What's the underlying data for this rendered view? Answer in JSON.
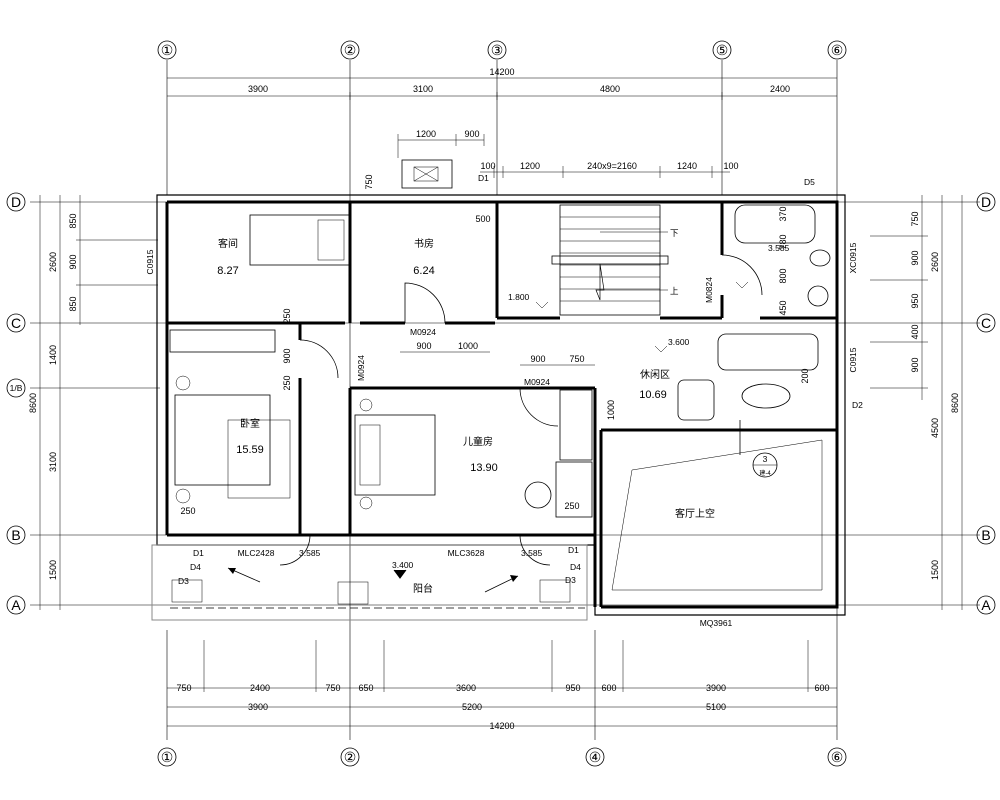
{
  "axes": {
    "top": [
      {
        "label": "①"
      },
      {
        "label": "②"
      },
      {
        "label": "③"
      },
      {
        "label": "⑤"
      },
      {
        "label": "⑥"
      }
    ],
    "bottom": [
      {
        "label": "①"
      },
      {
        "label": "②"
      },
      {
        "label": "④"
      },
      {
        "label": "⑥"
      }
    ],
    "left": [
      {
        "label": "D"
      },
      {
        "label": "C"
      },
      {
        "label": "1/B"
      },
      {
        "label": "B"
      },
      {
        "label": "A"
      }
    ],
    "right": [
      {
        "label": "D"
      },
      {
        "label": "C"
      },
      {
        "label": "B"
      },
      {
        "label": "A"
      }
    ]
  },
  "dims": {
    "top_total": "14200",
    "top_row": [
      "3900",
      "3100",
      "4800",
      "2400"
    ],
    "top_window": [
      "1200",
      "900"
    ],
    "top_stair": [
      "100",
      "1200",
      "240x9=2160",
      "1240",
      "100"
    ],
    "top_small": [
      "750",
      "500"
    ],
    "bottom_detail": [
      "750",
      "2400",
      "750",
      "650",
      "3600",
      "950",
      "600",
      "3900",
      "600"
    ],
    "bottom_mid": [
      "3900",
      "5200",
      "5100"
    ],
    "bottom_total": "14200",
    "left_outer": [
      "2600",
      "1400",
      "3100",
      "1500"
    ],
    "left_total": "8600",
    "left_inner": [
      "850",
      "900",
      "850"
    ],
    "right_inner": [
      "750",
      "900",
      "950",
      "400",
      "900"
    ],
    "right_outer": [
      "2600",
      "4500",
      "1500"
    ],
    "right_total": "8600",
    "interior": [
      "900",
      "1000",
      "900",
      "750",
      "1000",
      "900",
      "250",
      "250",
      "250",
      "250",
      "200",
      "370",
      "780",
      "800",
      "450"
    ]
  },
  "rooms": [
    {
      "name": "客间",
      "area": "8.27"
    },
    {
      "name": "书房",
      "area": "6.24"
    },
    {
      "name": "卧室",
      "area": "15.59"
    },
    {
      "name": "儿童房",
      "area": "13.90"
    },
    {
      "name": "休闲区",
      "area": "10.69"
    },
    {
      "name": "客厅上空"
    },
    {
      "name": "阳台"
    }
  ],
  "tags": {
    "doors": [
      "M0924",
      "M0924",
      "M0924",
      "M0824"
    ],
    "windows": [
      "C0915",
      "C0915",
      "XC0915",
      "MLC2428",
      "MLC3628",
      "MQ3961"
    ],
    "markers": [
      "D1",
      "D1",
      "D1",
      "D2",
      "D3",
      "D3",
      "D4",
      "D4",
      "D5"
    ],
    "levels": [
      "1.800",
      "3.585",
      "3.600",
      "3.400",
      "3.585",
      "3.585"
    ],
    "stair": [
      "下",
      "上"
    ],
    "detail_number": "3",
    "detail_sheet": "建-4"
  }
}
